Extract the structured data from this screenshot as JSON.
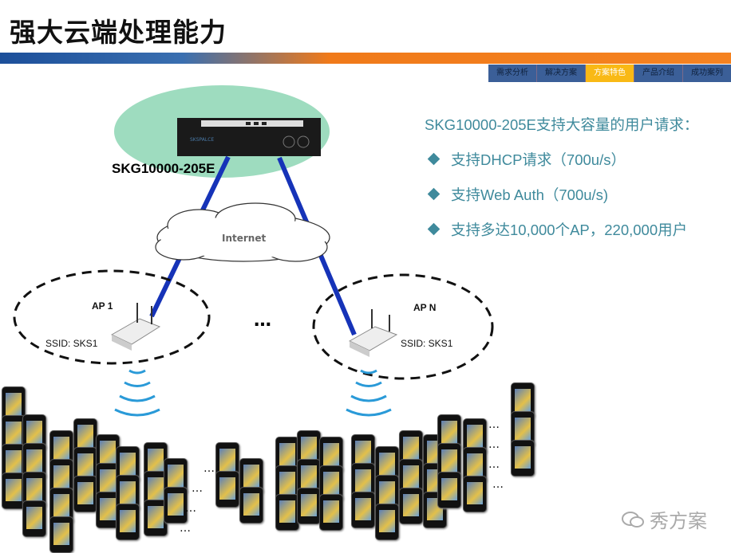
{
  "title": "强大云端处理能力",
  "nav": {
    "tabs": [
      {
        "label": "需求分析"
      },
      {
        "label": "解决方案"
      },
      {
        "label": "方案特色",
        "active": true
      },
      {
        "label": "产品介绍"
      },
      {
        "label": "成功案列"
      }
    ]
  },
  "diagram": {
    "server_label": "SKG10000-205E",
    "server_brand": "SKSPALCE",
    "cloud_label": "Internet",
    "ap_left": {
      "name": "AP 1",
      "ssid": "SSID: SKS1"
    },
    "ap_right": {
      "name": "AP N",
      "ssid": "SSID: SKS1"
    },
    "ellipsis": "…"
  },
  "info": {
    "heading": "SKG10000-205E支持大容量的用户请求：",
    "bullets": [
      "支持DHCP请求（700u/s）",
      "支持Web  Auth（700u/s)",
      "支持多达10,000个AP，220,000用户"
    ]
  },
  "watermark": "秀方案",
  "colors": {
    "accent": "#f58220",
    "nav": "#3b5f98",
    "active": "#f9b915",
    "text": "#3f8a9c"
  }
}
